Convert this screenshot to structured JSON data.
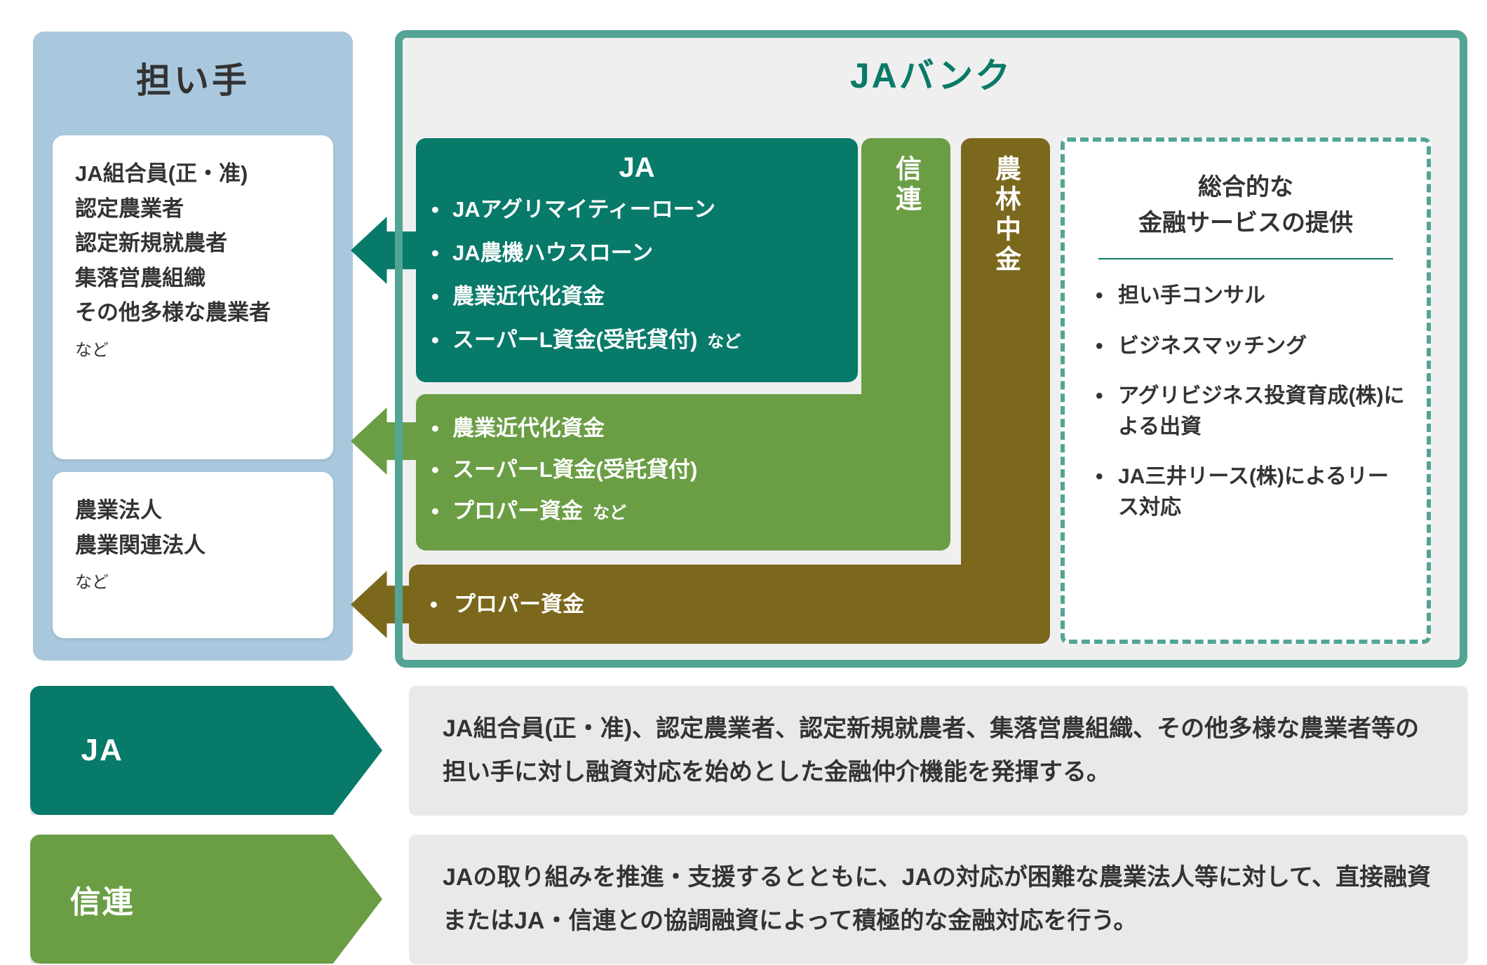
{
  "colors": {
    "handler_panel_bg": "#a9c8dd",
    "jabank_panel_bg": "#efefef",
    "jabank_border": "#52a495",
    "teal_dark": "#087a6a",
    "green": "#6b9e44",
    "olive": "#7c681d",
    "legend_row_bg": "#e9e9e9",
    "text_dark": "#333333"
  },
  "handler_panel": {
    "title": "担い手",
    "member_box": {
      "lines": [
        "JA組合員(正・准)",
        "認定農業者",
        "認定新規就農者",
        "集落営農組織",
        "その他多様な農業者"
      ],
      "suffix": "など"
    },
    "corporate_box": {
      "lines": [
        "農業法人",
        "農業関連法人"
      ],
      "suffix": "など"
    }
  },
  "jabank": {
    "title": "JAバンク",
    "ja_box": {
      "title": "JA",
      "items": [
        {
          "text": "JAアグリマイティーローン"
        },
        {
          "text": "JA農機ハウスローン"
        },
        {
          "text": "農業近代化資金"
        },
        {
          "text": "スーパーL資金(受託貸付)",
          "suffix": "など"
        }
      ]
    },
    "shinren_bar": {
      "label": "信連"
    },
    "norinchukin_bar": {
      "label": "農林中金"
    },
    "shinren_box": {
      "items": [
        {
          "text": "農業近代化資金"
        },
        {
          "text": "スーパーL資金(受託貸付)"
        },
        {
          "text": "プロパー資金",
          "suffix": "など"
        }
      ]
    },
    "norinchukin_box": {
      "items": [
        {
          "text": "プロパー資金"
        }
      ]
    },
    "services_box": {
      "title_line1": "総合的な",
      "title_line2": "金融サービスの提供",
      "items": [
        {
          "text": "担い手コンサル"
        },
        {
          "text": "ビジネスマッチング"
        },
        {
          "text": "アグリビジネス投資育成(株)による出資"
        },
        {
          "text": "JA三井リース(株)によるリース対応"
        }
      ]
    }
  },
  "legend_rows": [
    {
      "label": "JA",
      "description": "JA組合員(正・准)、認定農業者、認定新規就農者、集落営農組織、その他多様な農業者等の担い手に対し融資対応を始めとした金融仲介機能を発揮する。"
    },
    {
      "label": "信連",
      "description": "JAの取り組みを推進・支援するとともに、JAの対応が困難な農業法人等に対して、直接融資またはJA・信連との協調融資によって積極的な金融対応を行う。"
    }
  ]
}
